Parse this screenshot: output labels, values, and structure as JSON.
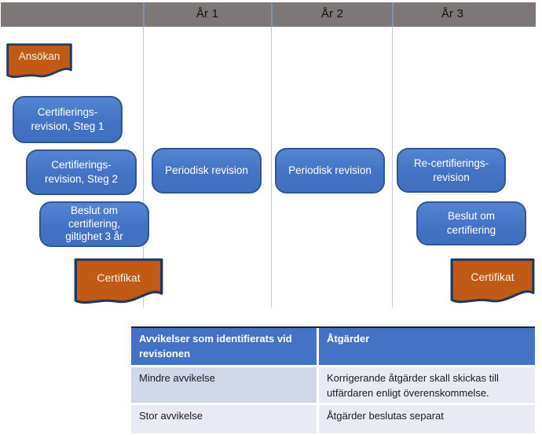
{
  "palette": {
    "bar_gray": "#7d7777",
    "bar_divider_blue": "#7e92b0",
    "column_line_gray": "#c9c9c9",
    "box_blue": "#4472c4",
    "box_blue_border": "#2f5597",
    "doc_orange": "#c05a15",
    "doc_border_navy": "#1f3864",
    "doc_text_cream": "#f8f1e4",
    "table_header_blue": "#4472c4",
    "table_row1_bg": "#d0d7e9",
    "table_row2_bg": "#e9ebf4",
    "table_top_border": "#16243f",
    "text_dark": "#1b1b1b"
  },
  "timeline": {
    "years": [
      {
        "label": "År 1"
      },
      {
        "label": "År 2"
      },
      {
        "label": "År 3"
      }
    ]
  },
  "flow": {
    "ansokan": {
      "label": "Ansökan"
    },
    "cert_steg1": {
      "lines": [
        "Certifierings-",
        "revision, Steg 1"
      ]
    },
    "cert_steg2": {
      "lines": [
        "Certifierings-",
        "revision, Steg 2"
      ]
    },
    "beslut_3ar": {
      "lines": [
        "Beslut om",
        "certifiering,",
        "giltighet 3 år"
      ]
    },
    "certifikat_1": {
      "label": "Certifikat"
    },
    "periodisk_1": {
      "label": "Periodisk revision"
    },
    "periodisk_2": {
      "label": "Periodisk revision"
    },
    "recert": {
      "lines": [
        "Re-certifierings-",
        "revision"
      ]
    },
    "beslut_cert": {
      "lines": [
        "Beslut om",
        "certifiering"
      ]
    },
    "certifikat_2": {
      "label": "Certifikat"
    }
  },
  "table": {
    "headers": [
      "Avvikelser som identifierats vid revisionen",
      "Åtgärder"
    ],
    "rows": [
      {
        "avvikelse": "Mindre avvikelse",
        "atgard": "Korrigerande åtgärder skall skickas till utfärdaren enligt överenskommelse."
      },
      {
        "avvikelse": "Stor avvikelse",
        "atgard": "Åtgärder beslutas separat"
      }
    ]
  }
}
